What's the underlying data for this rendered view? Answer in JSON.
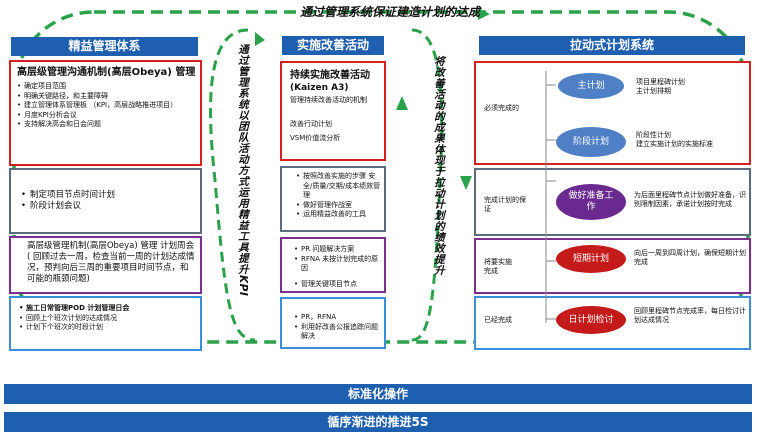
{
  "banner": "通过管理系统保证建造计划的达成",
  "left": {
    "header": "精益管理体系",
    "box1_title": "高层级管理沟通机制(高层Obeya) 管理",
    "box1_items": [
      "确定项目范围",
      "明确关键路径，和主要障碍",
      "建立管理体系管理板 （KPI，高层战略推进项目）",
      "月度KPI分析会议",
      "支持解决高会和日会问题"
    ],
    "box2_items": [
      "制定项目节点时间计划",
      "阶段计划会议"
    ],
    "box3_text": "高层级管理机制(高层Obeya) 管理 计划周会( 回顾过去一周，检查当前一周的计划达成情况，预判向后三周的重要项目时间节点，和可能的瓶颈问题)",
    "box4_items": [
      "施工日常管理POD 计划管理日会",
      "回顾上个班次计划的达成情况",
      "计划下个班次的时段计划"
    ]
  },
  "vtext_left": "通过管理系统以团队活动方式运用精益工具提升KPI",
  "middle": {
    "header": "实施改善活动",
    "box1_title": "持续实施改善活动",
    "box1_sub": "(Kaizen A3)",
    "box1_lines": [
      "管理持续改善活动的机制",
      "改善行动计划",
      "VSM价值流分析"
    ],
    "box2_items": [
      "按照改善实施的步骤 安全/质量/交期/成本绩效管理",
      "做好管理作战室",
      "运用精益改善的工具"
    ],
    "box3_items": [
      "PR 问题解决方案",
      "RFNA 未按计划完成的原因",
      "管理关键项目节点"
    ],
    "box4_items": [
      "PR，RFNA",
      "利用好改善公报追踪问题解决"
    ]
  },
  "vtext_right": "将改善活动的成果体现于拉动计划的绩效提升",
  "right": {
    "header": "拉动式计划系统",
    "rows": [
      {
        "left": "必须完成的",
        "ovals": [
          {
            "label": "主计划",
            "color": "#4f7fc4"
          },
          {
            "label": "阶段计划",
            "color": "#4f7fc4"
          }
        ],
        "notes": [
          "项目里程碑计划\n主计划排期",
          "阶段性计划\n建立实施计划的实施标准"
        ]
      },
      {
        "left": "完成计划的保证",
        "ovals": [
          {
            "label": "做好准备工作",
            "color": "#6a2a90"
          }
        ],
        "notes": [
          "为后面里程碑节点计划做好准备，识别限制因素，承诺计划按时完成"
        ]
      },
      {
        "left": "将要实施完成",
        "ovals": [
          {
            "label": "短期计划",
            "color": "#c41a1a"
          }
        ],
        "notes": [
          "向后一周到四周计划，确保短期计划完成"
        ]
      },
      {
        "left": "已经完成",
        "ovals": [
          {
            "label": "日计划检讨",
            "color": "#c41a1a"
          }
        ],
        "notes": [
          "回顾里程碑节点完成率，每日检讨计划达成情况"
        ]
      }
    ]
  },
  "bottom": {
    "bar1": "标准化操作",
    "bar2": "循序渐进的推进5S"
  }
}
